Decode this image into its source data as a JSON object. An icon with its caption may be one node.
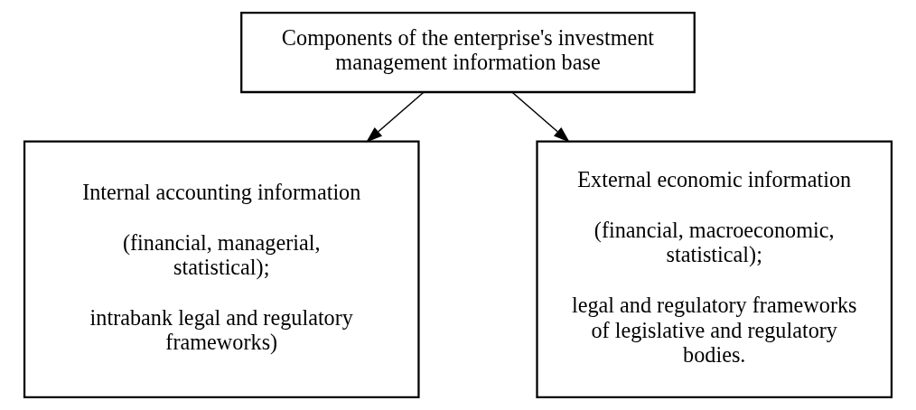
{
  "diagram": {
    "nodes": [
      {
        "text": [
          "Components of the enterprise's investment management information base"
        ]
      },
      {
        "text": [
          "Internal accounting information",
          "(financial, managerial, statistical);",
          "intrabank legal and regulatory frameworks)"
        ]
      },
      {
        "text": [
          "External economic information",
          "(financial, macroeconomic, statistical);",
          "legal and regulatory frameworks of legislative and regulatory bodies."
        ]
      }
    ],
    "edges": [
      {
        "from": 0,
        "to": 1,
        "arrow": "to"
      },
      {
        "from": 0,
        "to": 2,
        "arrow": "to"
      }
    ]
  }
}
